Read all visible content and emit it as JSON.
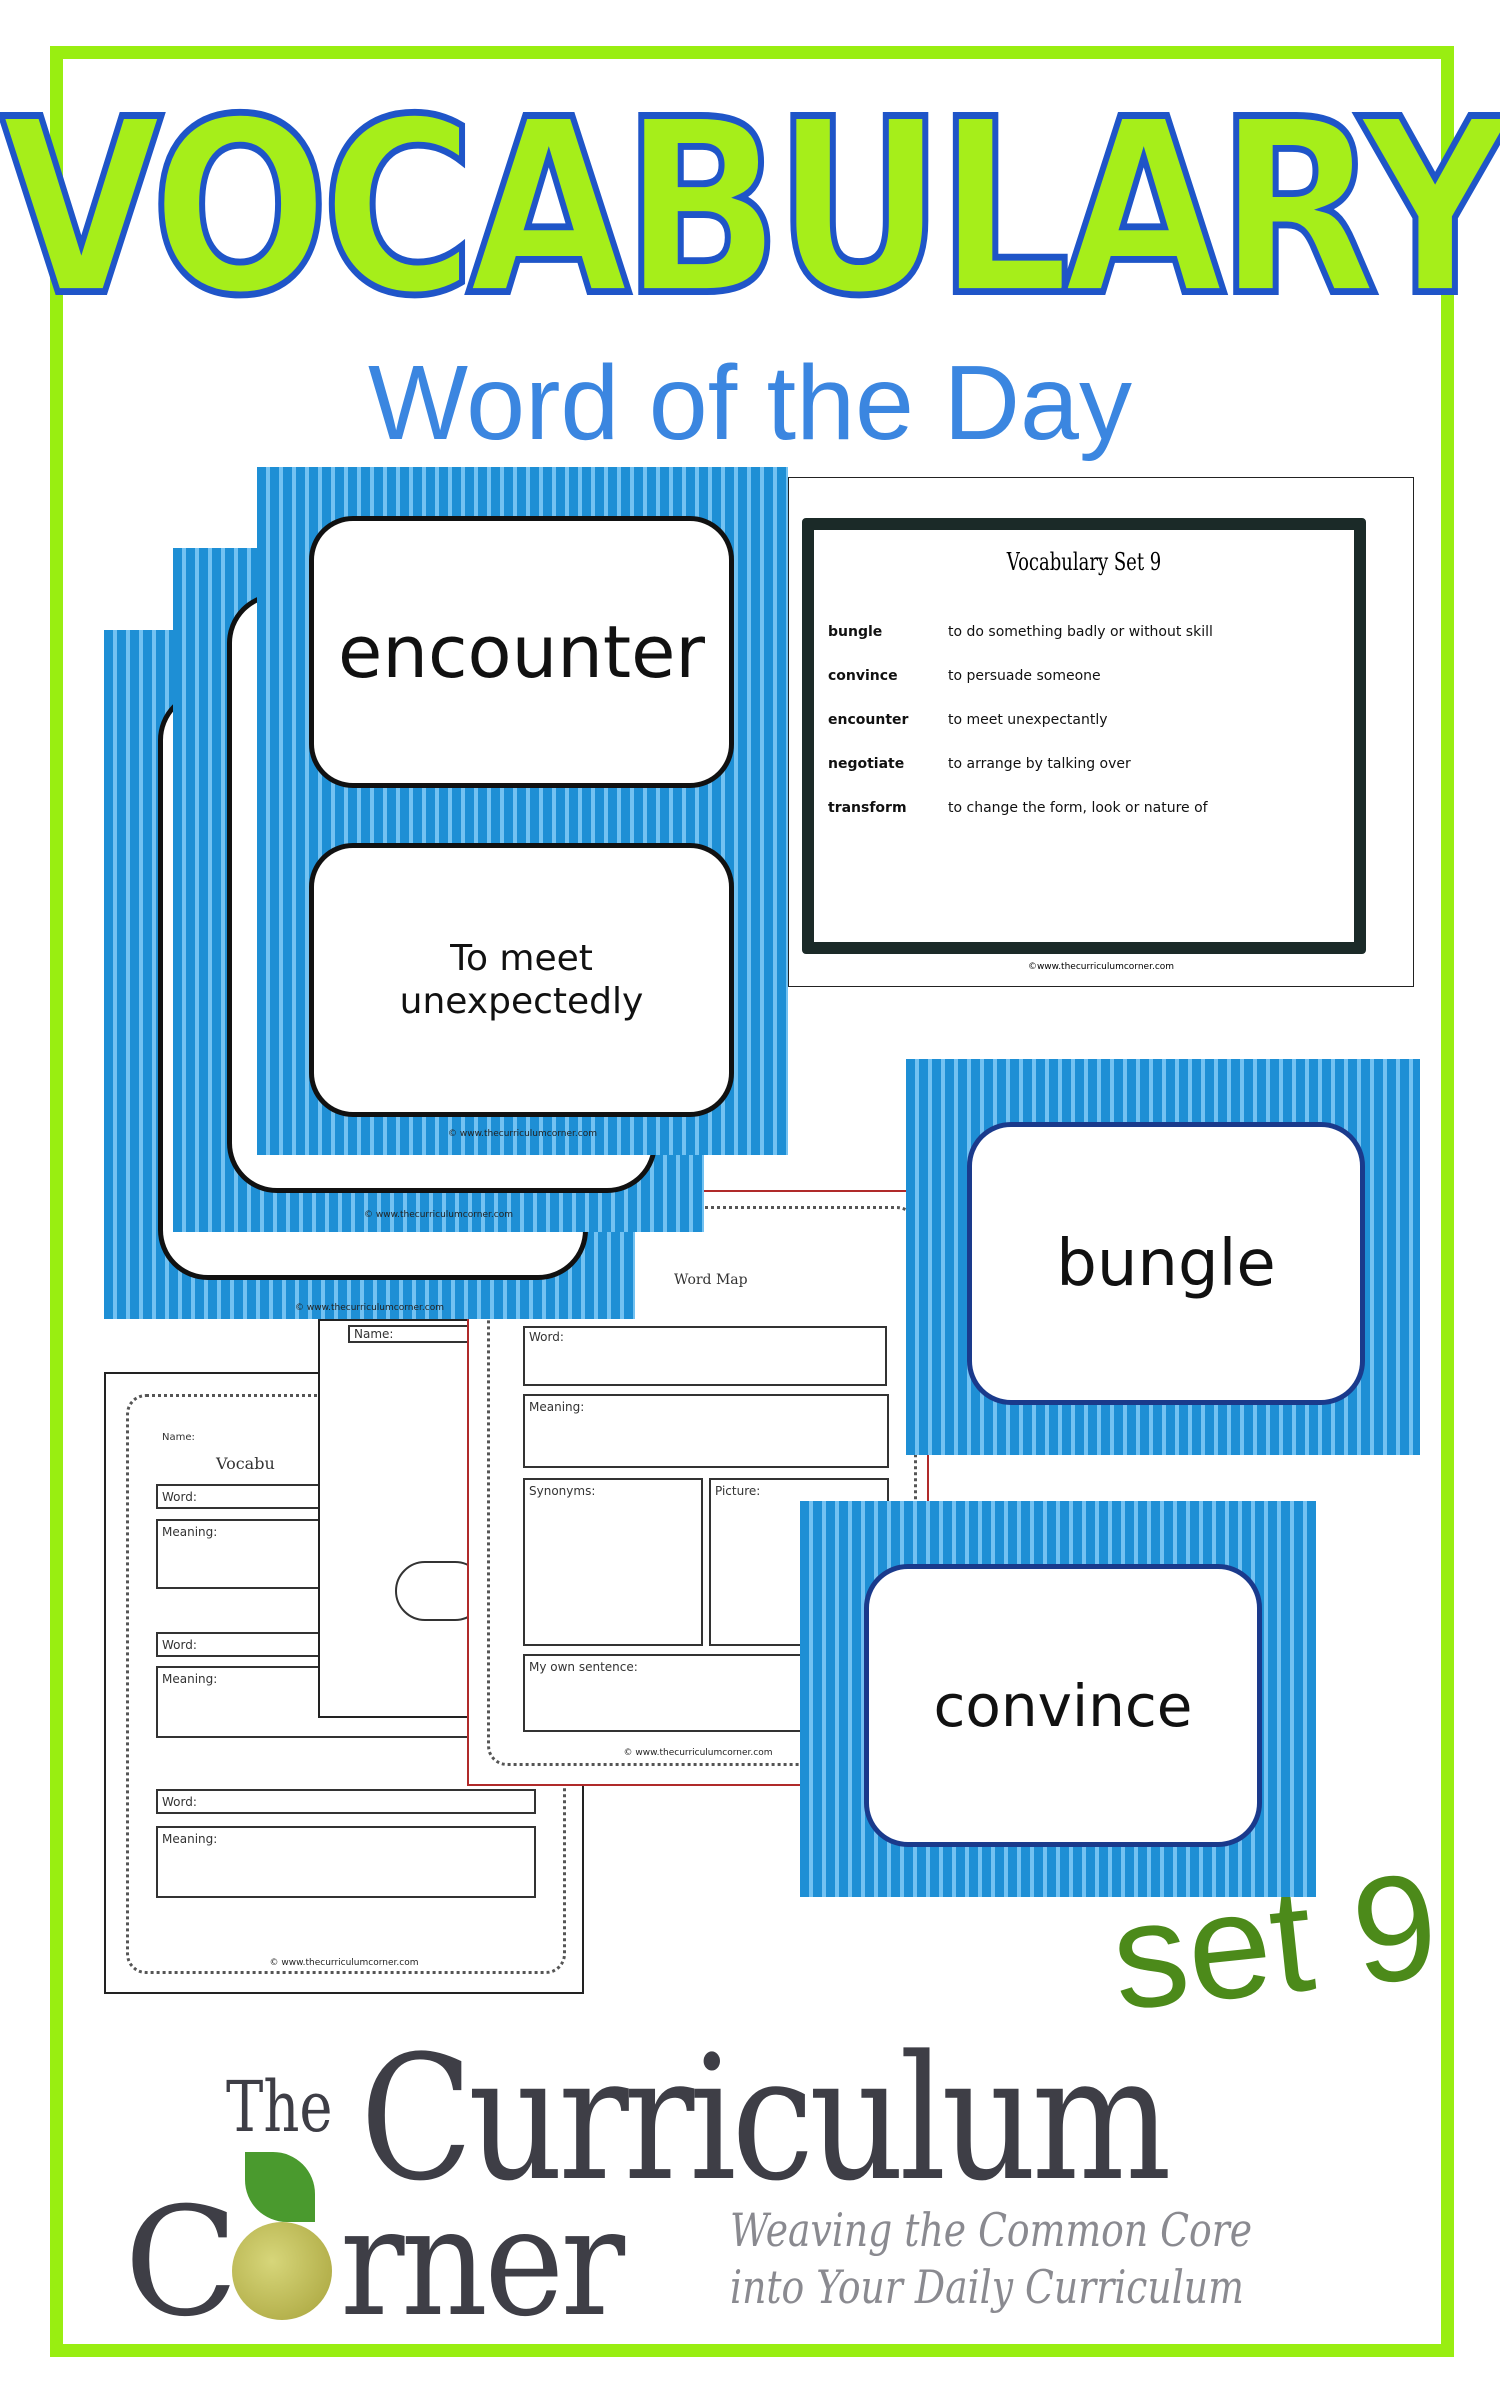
{
  "header": {
    "title": "VOCABULARY",
    "subtitle": "Word of the Day"
  },
  "front_card": {
    "word": "encounter",
    "definition_line1": "To meet",
    "definition_line2": "unexpectedly",
    "copyright": "© www.thecurriculumcorner.com"
  },
  "stack_copyright": "© www.thecurriculumcorner.com",
  "vocab_list": {
    "title": "Vocabulary Set 9",
    "rows": [
      {
        "word": "bungle",
        "definition": "to do something badly or without skill"
      },
      {
        "word": "convince",
        "definition": "to persuade someone"
      },
      {
        "word": "encounter",
        "definition": "to meet unexpectantly"
      },
      {
        "word": "negotiate",
        "definition": "to arrange by talking over"
      },
      {
        "word": "transform",
        "definition": "to change the form, look or nature of"
      }
    ],
    "copyright": "©www.thecurriculumcorner.com"
  },
  "cards": [
    {
      "word": "bungle"
    },
    {
      "word": "convince"
    }
  ],
  "worksheet": {
    "name_label": "Name:",
    "title": "Vocabu",
    "word_label": "Word:",
    "meaning_label": "Meaning:",
    "copyright": "© www.thecurriculumcorner.com"
  },
  "middle_sheet": {
    "name_label": "Name:"
  },
  "word_map": {
    "title": "Word Map",
    "word_label": "Word:",
    "meaning_label": "Meaning:",
    "synonyms_label": "Synonyms:",
    "picture_label": "Picture:",
    "sentence_label": "My own sentence:",
    "copyright": "© www.thecurriculumcorner.com"
  },
  "set_label": "set 9",
  "logo": {
    "the": "The",
    "curriculum": "Curriculum",
    "corner_c": "C",
    "corner_rest": "rner",
    "tagline1": "Weaving the Common Core",
    "tagline2": "into Your Daily Curriculum"
  },
  "colors": {
    "border": "#99ee11",
    "title_fill": "#a6ee1a",
    "title_stroke": "#1f55c8",
    "subtitle": "#3b86e0",
    "card_blue": "#1e8fd5",
    "set_label": "#4c8a1a",
    "logo_text": "#3e3e46"
  }
}
